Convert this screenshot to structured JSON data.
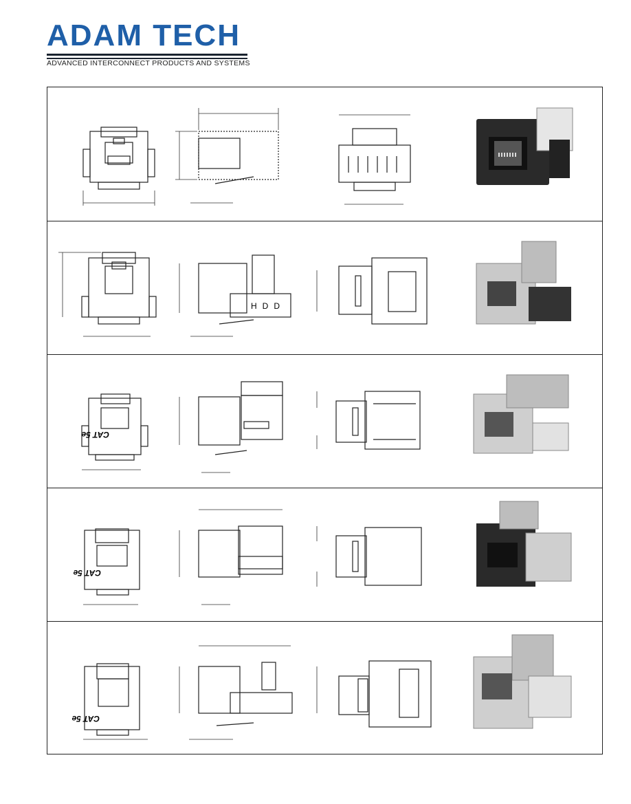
{
  "header": {
    "brand": "ADAM TECH",
    "tagline": "ADVANCED INTERCONNECT PRODUCTS AND SYSTEMS",
    "brand_color": "#1f5fa8"
  },
  "rows": [
    {
      "id": 1,
      "body_color": "#2a2a2a",
      "drawing_text": ""
    },
    {
      "id": 2,
      "body_color": "#c9c9c9",
      "drawing_text": "HDD"
    },
    {
      "id": 3,
      "body_color": "#cfcfcf",
      "drawing_text": "CAT 5e"
    },
    {
      "id": 4,
      "body_color": "#2a2a2a",
      "drawing_text": "CAT 5e"
    },
    {
      "id": 5,
      "body_color": "#cfcfcf",
      "drawing_text": "CAT 5e"
    }
  ]
}
